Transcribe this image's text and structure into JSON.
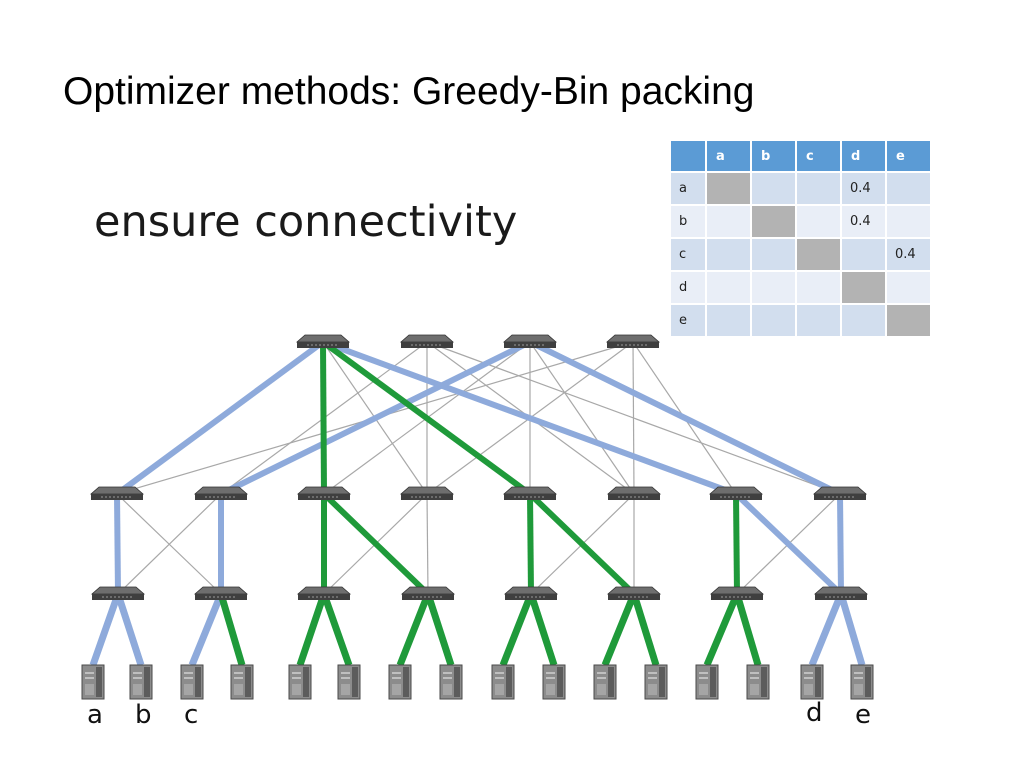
{
  "title": "Optimizer methods: Greedy-Bin packing",
  "subtitle": "ensure connectivity",
  "matrix": {
    "columns": [
      "a",
      "b",
      "c",
      "d",
      "e"
    ],
    "rows": [
      {
        "label": "a",
        "cells": [
          "",
          "",
          "",
          "0.4",
          ""
        ]
      },
      {
        "label": "b",
        "cells": [
          "",
          "",
          "",
          "0.4",
          ""
        ]
      },
      {
        "label": "c",
        "cells": [
          "",
          "",
          "",
          "",
          "0.4"
        ]
      },
      {
        "label": "d",
        "cells": [
          "",
          "",
          "",
          "",
          ""
        ]
      },
      {
        "label": "e",
        "cells": [
          "",
          "",
          "",
          "",
          ""
        ]
      }
    ]
  },
  "hosts": {
    "a": "a",
    "b": "b",
    "c": "c",
    "d": "d",
    "e": "e"
  },
  "colors": {
    "blue_link": "#8eaadb",
    "green_link": "#1f9a3a",
    "gray_link": "#a8a8a8",
    "matrix_header": "#5b9bd5"
  },
  "network": {
    "core_switches": 4,
    "aggregation_switches": 8,
    "edge_switches": 8,
    "servers": 16,
    "core_links": {
      "blue": [
        [
          0,
          0
        ],
        [
          0,
          6
        ],
        [
          2,
          1
        ],
        [
          2,
          7
        ]
      ],
      "green": [
        [
          0,
          2
        ],
        [
          0,
          4
        ]
      ],
      "gray": [
        [
          0,
          3
        ],
        [
          1,
          1
        ],
        [
          1,
          3
        ],
        [
          1,
          5
        ],
        [
          1,
          7
        ],
        [
          2,
          2
        ],
        [
          2,
          4
        ],
        [
          2,
          5
        ],
        [
          3,
          0
        ],
        [
          3,
          3
        ],
        [
          3,
          5
        ],
        [
          3,
          6
        ]
      ]
    },
    "agg_edge_links": {
      "blue": [
        [
          0,
          0
        ],
        [
          1,
          1
        ],
        [
          6,
          7
        ],
        [
          7,
          7
        ]
      ],
      "green": [
        [
          2,
          2
        ],
        [
          2,
          3
        ],
        [
          4,
          4
        ],
        [
          4,
          5
        ],
        [
          6,
          6
        ]
      ],
      "gray": [
        [
          0,
          1
        ],
        [
          1,
          0
        ],
        [
          3,
          2
        ],
        [
          3,
          3
        ],
        [
          5,
          4
        ],
        [
          5,
          5
        ],
        [
          7,
          6
        ]
      ]
    },
    "server_links": {
      "blue": [
        [
          0,
          0
        ],
        [
          0,
          1
        ],
        [
          1,
          2
        ],
        [
          7,
          14
        ],
        [
          7,
          15
        ]
      ],
      "green": [
        [
          1,
          3
        ],
        [
          2,
          4
        ],
        [
          2,
          5
        ],
        [
          3,
          6
        ],
        [
          3,
          7
        ],
        [
          4,
          8
        ],
        [
          4,
          9
        ],
        [
          5,
          10
        ],
        [
          5,
          11
        ],
        [
          6,
          12
        ],
        [
          6,
          13
        ]
      ]
    }
  }
}
